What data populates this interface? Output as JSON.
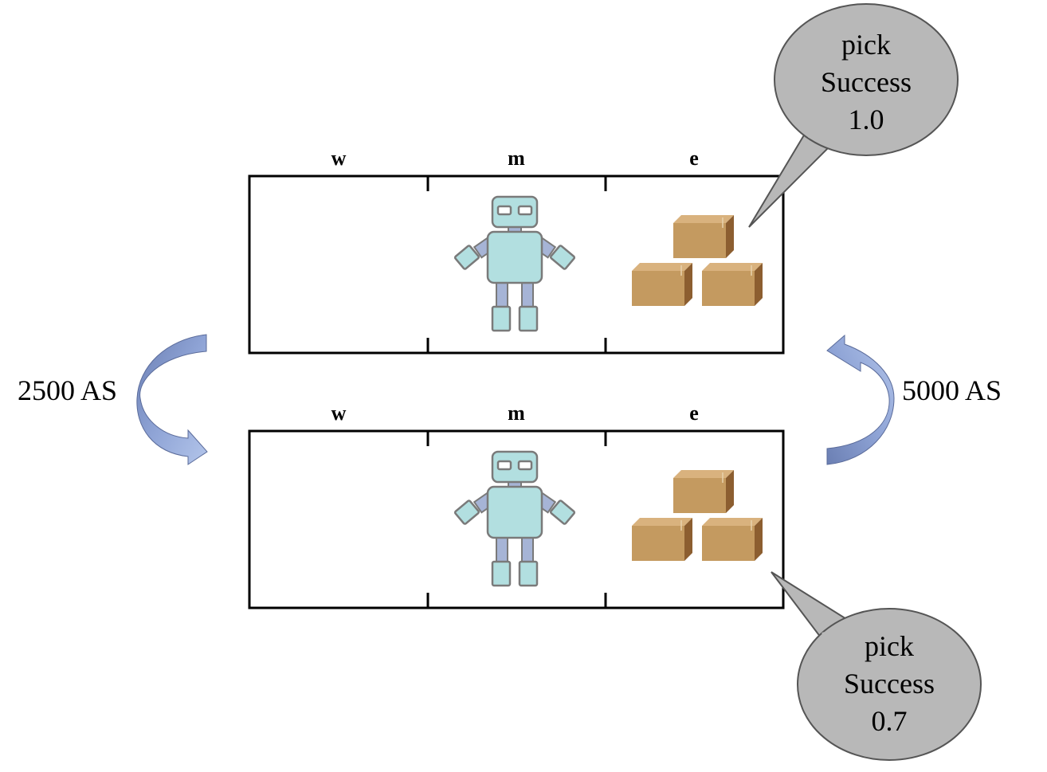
{
  "panels": [
    {
      "zones": [
        "w",
        "m",
        "e"
      ],
      "callout": {
        "lines": [
          "pick",
          "Success",
          "1.0"
        ]
      }
    },
    {
      "zones": [
        "w",
        "m",
        "e"
      ],
      "callout": {
        "lines": [
          "pick",
          "Success",
          "0.7"
        ]
      }
    }
  ],
  "transitions": {
    "left_label": "2500 AS",
    "right_label": "5000 AS"
  },
  "colors": {
    "robot_body": "#b2dfe0",
    "robot_limb": "#a6b4d6",
    "robot_outline": "#7a7a7a",
    "box_front": "#c49a60",
    "box_top": "#d9b27e",
    "box_side": "#8c5e30",
    "bubble_fill": "#b8b8b8",
    "arrow_light": "#a9bde6",
    "arrow_dark": "#6b7fb3"
  }
}
